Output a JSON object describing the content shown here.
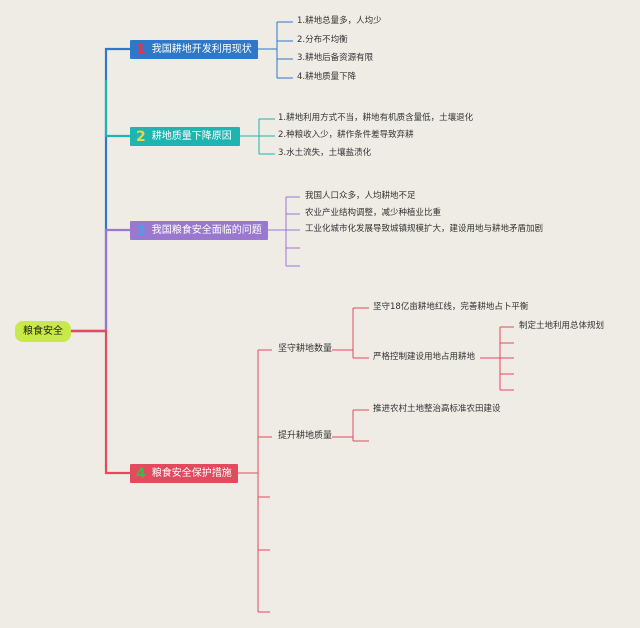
{
  "root": {
    "label": "粮食安全"
  },
  "branches": [
    {
      "num": "1",
      "label": "我国耕地开发利用现状",
      "items": [
        "1.耕地总量多，人均少",
        "2.分布不均衡",
        "3.耕地后备资源有限",
        "4.耕地质量下降"
      ]
    },
    {
      "num": "2",
      "label": "耕地质量下降原因",
      "items": [
        "1.耕地利用方式不当，耕地有机质含量低，土壤退化",
        "2.种粮收入少，耕作条件差导致弃耕",
        "3.水土流失，土壤盐渍化"
      ]
    },
    {
      "num": "3",
      "label": "我国粮食安全面临的问题",
      "items": [
        "我国人口众多，人均耕地不足",
        "农业产业结构调整，减少种植业比重",
        "工业化城市化发展导致城镇规模扩大，建设用地与耕地矛盾加剧"
      ]
    },
    {
      "num": "4",
      "label": "粮食安全保护措施",
      "items": [
        {
          "label": "坚守耕地数量",
          "items": [
            {
              "label": "坚守18亿亩耕地红线，完善耕地占卜平衡"
            },
            {
              "label": "严格控制建设用地占用耕地",
              "items": [
                "制定土地利用总体规划"
              ]
            }
          ]
        },
        {
          "label": "提升耕地质量",
          "items": [
            {
              "label": "推进农村土地整治高标准农田建设"
            }
          ]
        }
      ]
    }
  ],
  "colors": {
    "b1": "#2e78c7",
    "b2": "#1eb5b0",
    "b3": "#9a78d0",
    "b4": "#e44a5e",
    "root": "#c9e84a"
  }
}
